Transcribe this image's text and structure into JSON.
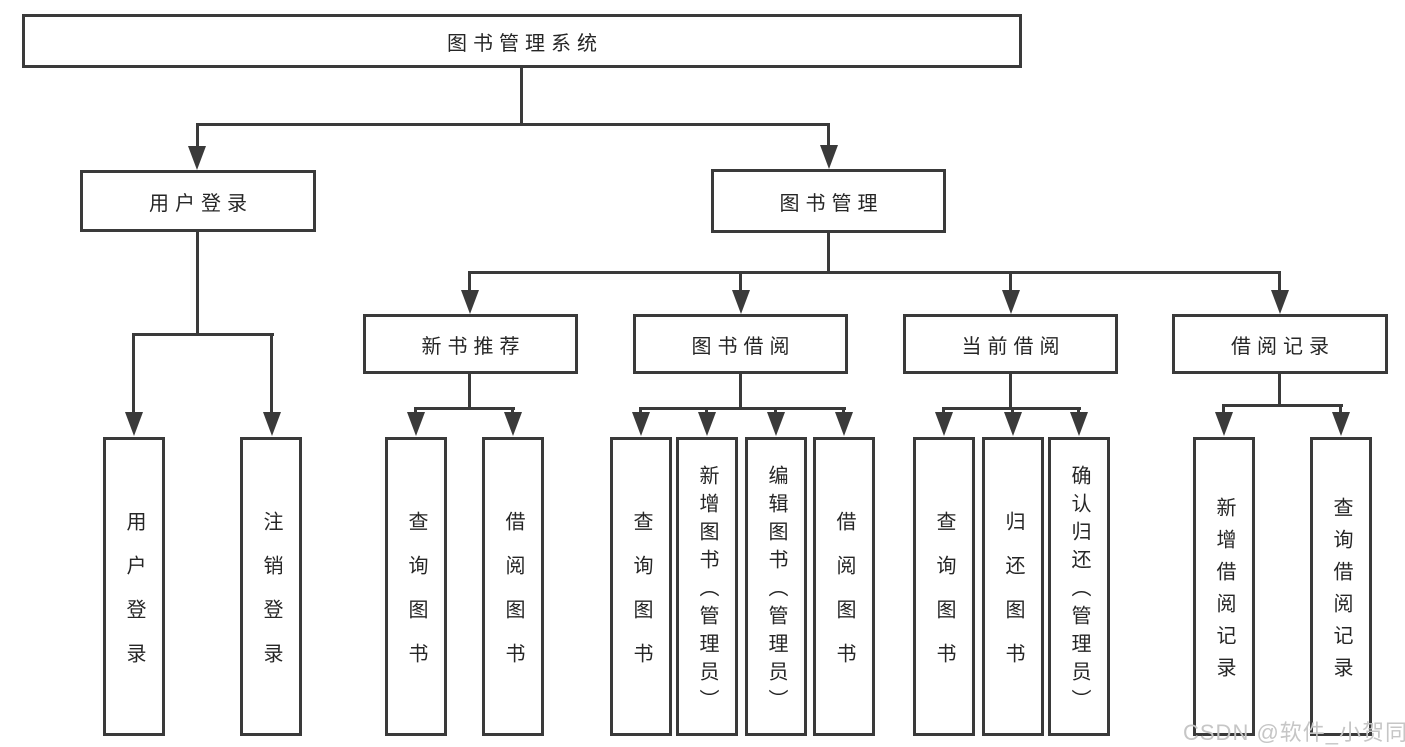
{
  "page": {
    "background": "#ffffff",
    "type_hint": "functional-structure-diagram"
  },
  "colors": {
    "line": "#3a3a3a",
    "box_fill": "#ffffff",
    "text": "#262626",
    "watermark": "#c6c6c6"
  },
  "nodes": {
    "root": {
      "label": "图书管理系统"
    },
    "branches": [
      {
        "label": "用户登录"
      },
      {
        "label": "图书管理"
      }
    ],
    "sections": [
      {
        "label": "新书推荐"
      },
      {
        "label": "图书借阅"
      },
      {
        "label": "当前借阅"
      },
      {
        "label": "借阅记录"
      }
    ],
    "leaves": [
      {
        "label": "用户登录",
        "parent": "用户登录"
      },
      {
        "label": "注销登录",
        "parent": "用户登录"
      },
      {
        "label": "查询图书",
        "parent": "新书推荐"
      },
      {
        "label": "借阅图书",
        "parent": "新书推荐"
      },
      {
        "label": "查询图书",
        "parent": "图书借阅"
      },
      {
        "label": "新增图书（管理员）",
        "parent": "图书借阅"
      },
      {
        "label": "编辑图书（管理员）",
        "parent": "图书借阅"
      },
      {
        "label": "借阅图书",
        "parent": "图书借阅"
      },
      {
        "label": "查询图书",
        "parent": "当前借阅"
      },
      {
        "label": "归还图书",
        "parent": "当前借阅"
      },
      {
        "label": "确认归还（管理员）",
        "parent": "当前借阅"
      },
      {
        "label": "新增借阅记录",
        "parent": "借阅记录"
      },
      {
        "label": "查询借阅记录",
        "parent": "借阅记录"
      }
    ]
  },
  "watermark": {
    "text": "CSDN @软件_小贺同学"
  }
}
